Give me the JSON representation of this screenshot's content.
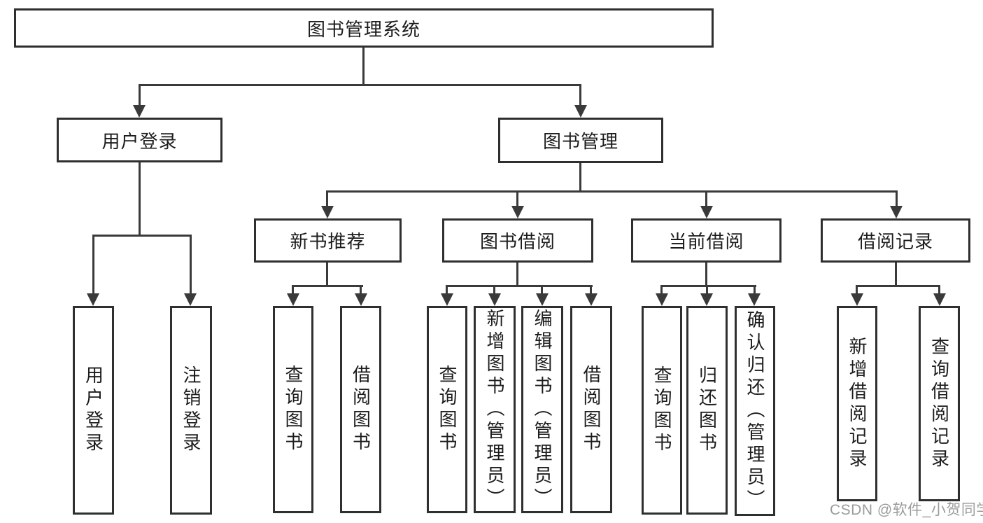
{
  "diagram": {
    "root": "图书管理系统",
    "level2": {
      "user_login": "用户登录",
      "book_mgmt": "图书管理"
    },
    "level3": {
      "new_book": "新书推荐",
      "borrow": "图书借阅",
      "current": "当前借阅",
      "records": "借阅记录"
    },
    "leaves": {
      "user_login": [
        "用户登录",
        "注销登录"
      ],
      "new_book": [
        "查询图书",
        "借阅图书"
      ],
      "borrow": [
        "查询图书",
        "新增图书（管理员）",
        "编辑图书（管理员）",
        "借阅图书"
      ],
      "current": [
        "查询图书",
        "归还图书",
        "确认归还（管理员）"
      ],
      "records": [
        "新增借阅记录",
        "查询借阅记录"
      ]
    }
  },
  "watermark": {
    "text": "CSDN @软件_小贺同学"
  },
  "colors": {
    "line": "#3a3a3a",
    "border": "#2f2f2f",
    "text": "#1c1c1c",
    "watermark": "#9c9c9c",
    "background": "#ffffff"
  }
}
